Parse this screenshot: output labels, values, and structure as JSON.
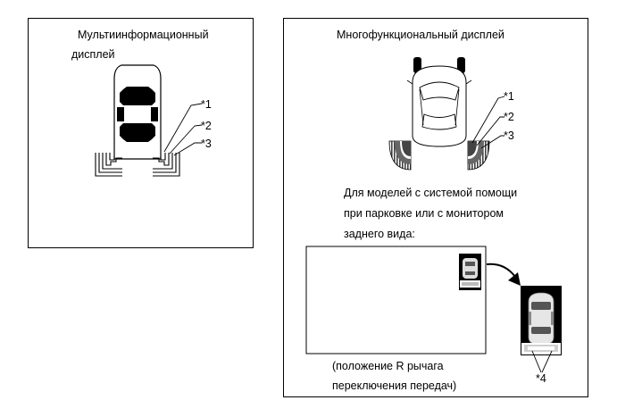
{
  "left_panel": {
    "title_line1": "Мультиинформационный",
    "title_line2": "дисплей",
    "callouts": [
      "*1",
      "*2",
      "*3"
    ]
  },
  "right_panel": {
    "title": "Многофункциональный дисплей",
    "callouts": [
      "*1",
      "*2",
      "*3"
    ],
    "note_line1": "Для моделей с системой помощи",
    "note_line2": "при парковке или с монитором",
    "note_line3": "заднего вида:",
    "caption_line1": "(положение R рычага",
    "caption_line2": "переключения передач)",
    "callout4": "*4"
  }
}
